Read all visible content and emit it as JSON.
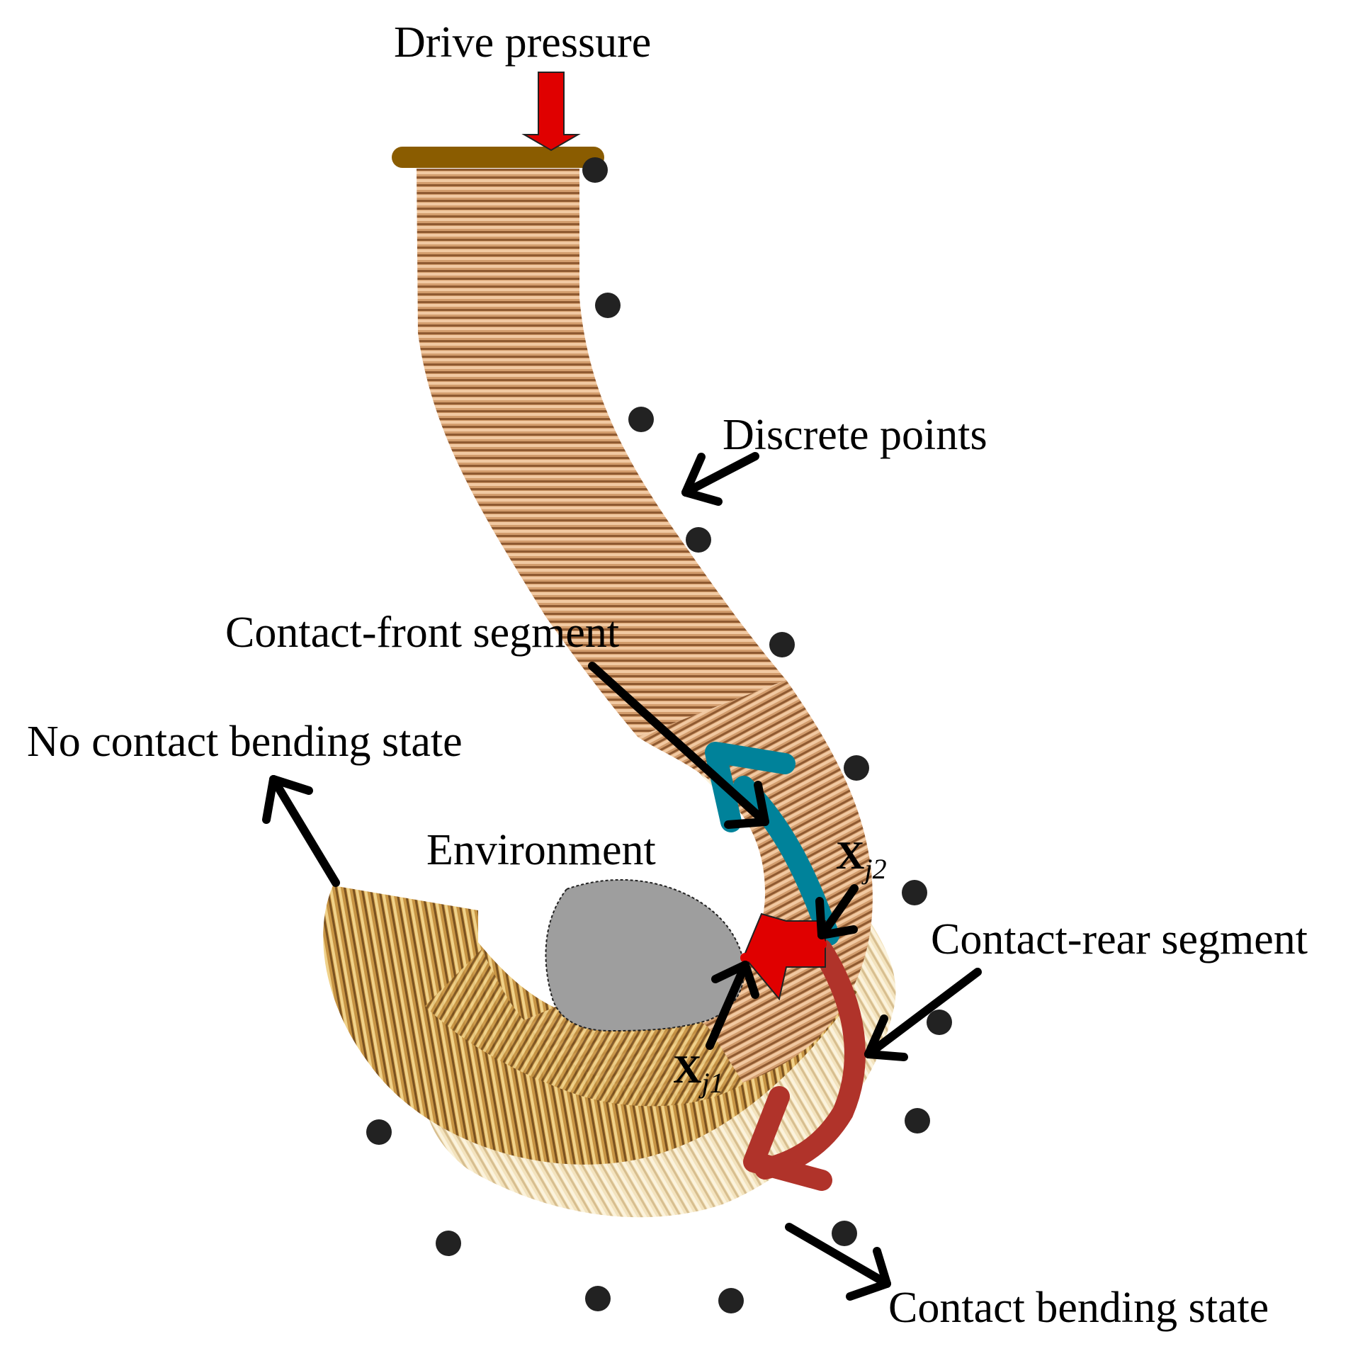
{
  "labels": {
    "drive_pressure": "Drive pressure",
    "discrete_points": "Discrete points",
    "contact_front_segment": "Contact-front segment",
    "no_contact_bending_state": "No contact bending state",
    "environment": "Environment",
    "contact_rear_segment": "Contact-rear segment",
    "contact_bending_state": "Contact bending state",
    "x_j1_main": "X",
    "x_j1_sub": "j1",
    "x_j2_main": "X",
    "x_j2_sub": "j2"
  },
  "colors": {
    "cap": "#8a5c00",
    "drive_arrow": "#e00000",
    "contact_front_arrow": "#00829a",
    "contact_rear_arrow": "#b0332a",
    "contact_force_arrow": "#e00000",
    "environment": "#9e9e9e",
    "discrete_point": "#222222",
    "tube_main": "#d9a070",
    "tube_bellows": "#c98a3a",
    "tube_ghost": "#e8c890"
  }
}
